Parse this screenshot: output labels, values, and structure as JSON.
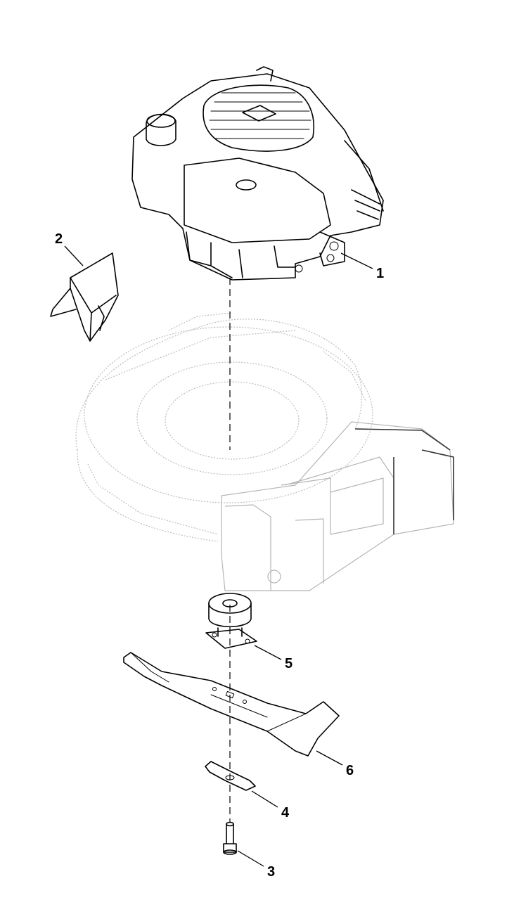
{
  "callouts": [
    {
      "id": "1",
      "label": "1",
      "part": "engine"
    },
    {
      "id": "2",
      "label": "2",
      "part": "mulching-plug"
    },
    {
      "id": "3",
      "label": "3",
      "part": "blade-bolt"
    },
    {
      "id": "4",
      "label": "4",
      "part": "blade-washer"
    },
    {
      "id": "5",
      "label": "5",
      "part": "blade-adapter"
    },
    {
      "id": "6",
      "label": "6",
      "part": "blade"
    }
  ]
}
